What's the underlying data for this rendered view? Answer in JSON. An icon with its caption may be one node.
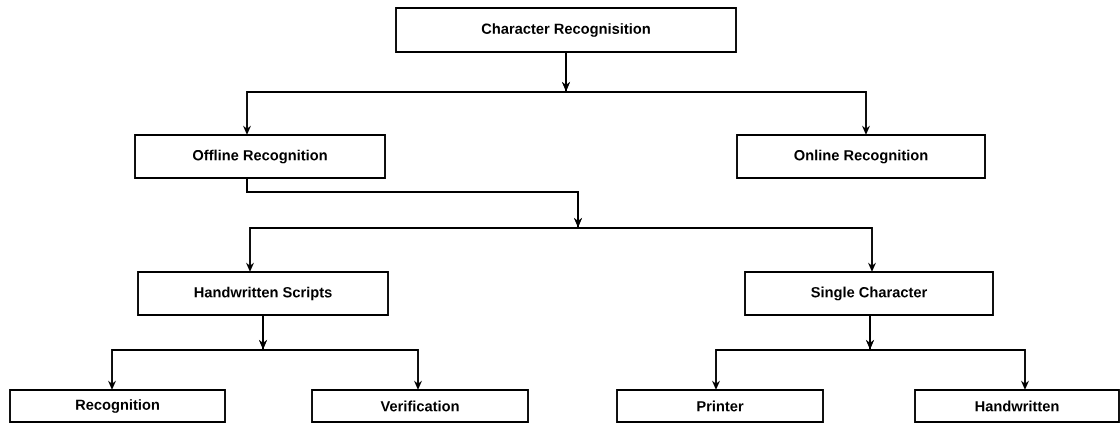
{
  "diagram": {
    "nodes": [
      {
        "text": [
          "Character Recognisition"
        ]
      },
      {
        "text": [
          "Offline Recognition"
        ]
      },
      {
        "text": [
          "Online Recognition"
        ]
      },
      {
        "text": [
          "Handwritten Scripts"
        ]
      },
      {
        "text": [
          "Single Character"
        ]
      },
      {
        "text": [
          "Recognition"
        ]
      },
      {
        "text": [
          "Verification"
        ]
      },
      {
        "text": [
          "Printer"
        ]
      },
      {
        "text": [
          "Handwritten"
        ]
      }
    ],
    "edges": [
      {
        "from": 0,
        "to": 1,
        "arrow": "to"
      },
      {
        "from": 0,
        "to": 2,
        "arrow": "to"
      },
      {
        "from": 1,
        "to": 3,
        "arrow": "to"
      },
      {
        "from": 1,
        "to": 4,
        "arrow": "to"
      },
      {
        "from": 3,
        "to": 5,
        "arrow": "to"
      },
      {
        "from": 3,
        "to": 6,
        "arrow": "to"
      },
      {
        "from": 4,
        "to": 7,
        "arrow": "to"
      },
      {
        "from": 4,
        "to": 8,
        "arrow": "to"
      }
    ]
  }
}
